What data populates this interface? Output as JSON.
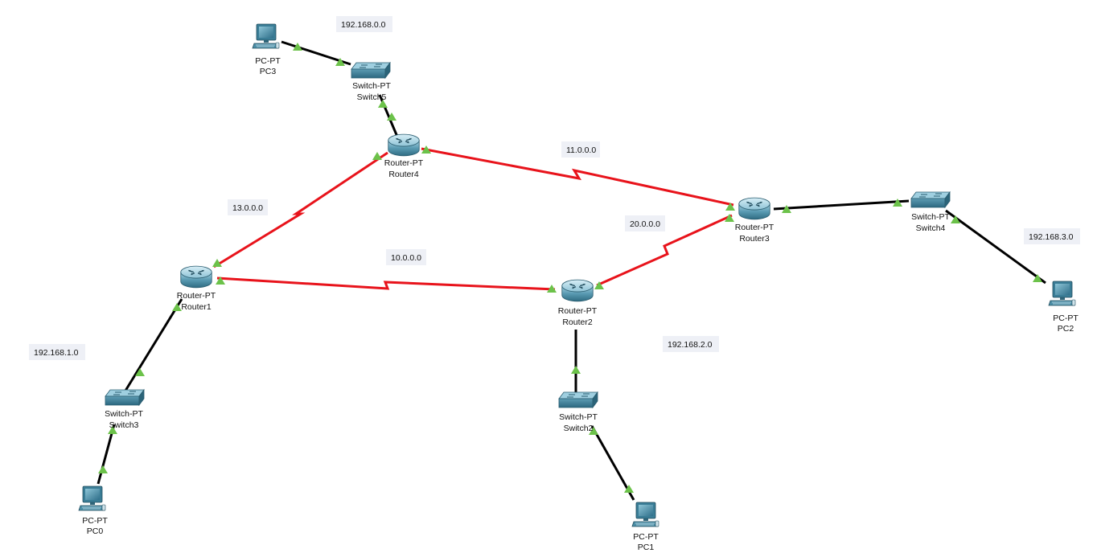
{
  "colors": {
    "serial_link": "#e8131b",
    "ethernet_link": "#000000",
    "link_up": "#6cc24a",
    "label_bg": "#eef0f6",
    "router_body": "#4f8ea6",
    "switch_body": "#3f7f97",
    "pc_body": "#2f6f8a"
  },
  "network_labels": {
    "lan_192_168_0": "192.168.0.0",
    "lan_192_168_1": "192.168.1.0",
    "lan_192_168_2": "192.168.2.0",
    "lan_192_168_3": "192.168.3.0",
    "wan_10": "10.0.0.0",
    "wan_11": "11.0.0.0",
    "wan_13": "13.0.0.0",
    "wan_20": "20.0.0.0"
  },
  "devices": {
    "router1": {
      "model": "Router-PT",
      "name": "Router1",
      "icon": "router-icon"
    },
    "router2": {
      "model": "Router-PT",
      "name": "Router2",
      "icon": "router-icon"
    },
    "router3": {
      "model": "Router-PT",
      "name": "Router3",
      "icon": "router-icon"
    },
    "router4": {
      "model": "Router-PT",
      "name": "Router4",
      "icon": "router-icon"
    },
    "switch2": {
      "model": "Switch-PT",
      "name": "Switch2",
      "icon": "switch-icon"
    },
    "switch3": {
      "model": "Switch-PT",
      "name": "Switch3",
      "icon": "switch-icon"
    },
    "switch4": {
      "model": "Switch-PT",
      "name": "Switch4",
      "icon": "switch-icon"
    },
    "switch5": {
      "model": "Switch-PT",
      "name": "Switch5",
      "icon": "switch-icon"
    },
    "pc0": {
      "model": "PC-PT",
      "name": "PC0",
      "icon": "pc-icon"
    },
    "pc1": {
      "model": "PC-PT",
      "name": "PC1",
      "icon": "pc-icon"
    },
    "pc2": {
      "model": "PC-PT",
      "name": "PC2",
      "icon": "pc-icon"
    },
    "pc3": {
      "model": "PC-PT",
      "name": "PC3",
      "icon": "pc-icon"
    }
  },
  "links": [
    {
      "from": "router1",
      "to": "router4",
      "type": "serial",
      "network": "13.0.0.0",
      "status": "up"
    },
    {
      "from": "router1",
      "to": "router2",
      "type": "serial",
      "network": "10.0.0.0",
      "status": "up"
    },
    {
      "from": "router4",
      "to": "router3",
      "type": "serial",
      "network": "11.0.0.0",
      "status": "up"
    },
    {
      "from": "router2",
      "to": "router3",
      "type": "serial",
      "network": "20.0.0.0",
      "status": "up"
    },
    {
      "from": "pc3",
      "to": "switch5",
      "type": "ethernet",
      "status": "up"
    },
    {
      "from": "switch5",
      "to": "router4",
      "type": "ethernet",
      "status": "up"
    },
    {
      "from": "router3",
      "to": "switch4",
      "type": "ethernet",
      "status": "up"
    },
    {
      "from": "switch4",
      "to": "pc2",
      "type": "ethernet",
      "status": "up"
    },
    {
      "from": "router1",
      "to": "switch3",
      "type": "ethernet",
      "status": "up"
    },
    {
      "from": "switch3",
      "to": "pc0",
      "type": "ethernet",
      "status": "up"
    },
    {
      "from": "router2",
      "to": "switch2",
      "type": "ethernet",
      "status": "up"
    },
    {
      "from": "switch2",
      "to": "pc1",
      "type": "ethernet",
      "status": "up"
    }
  ]
}
